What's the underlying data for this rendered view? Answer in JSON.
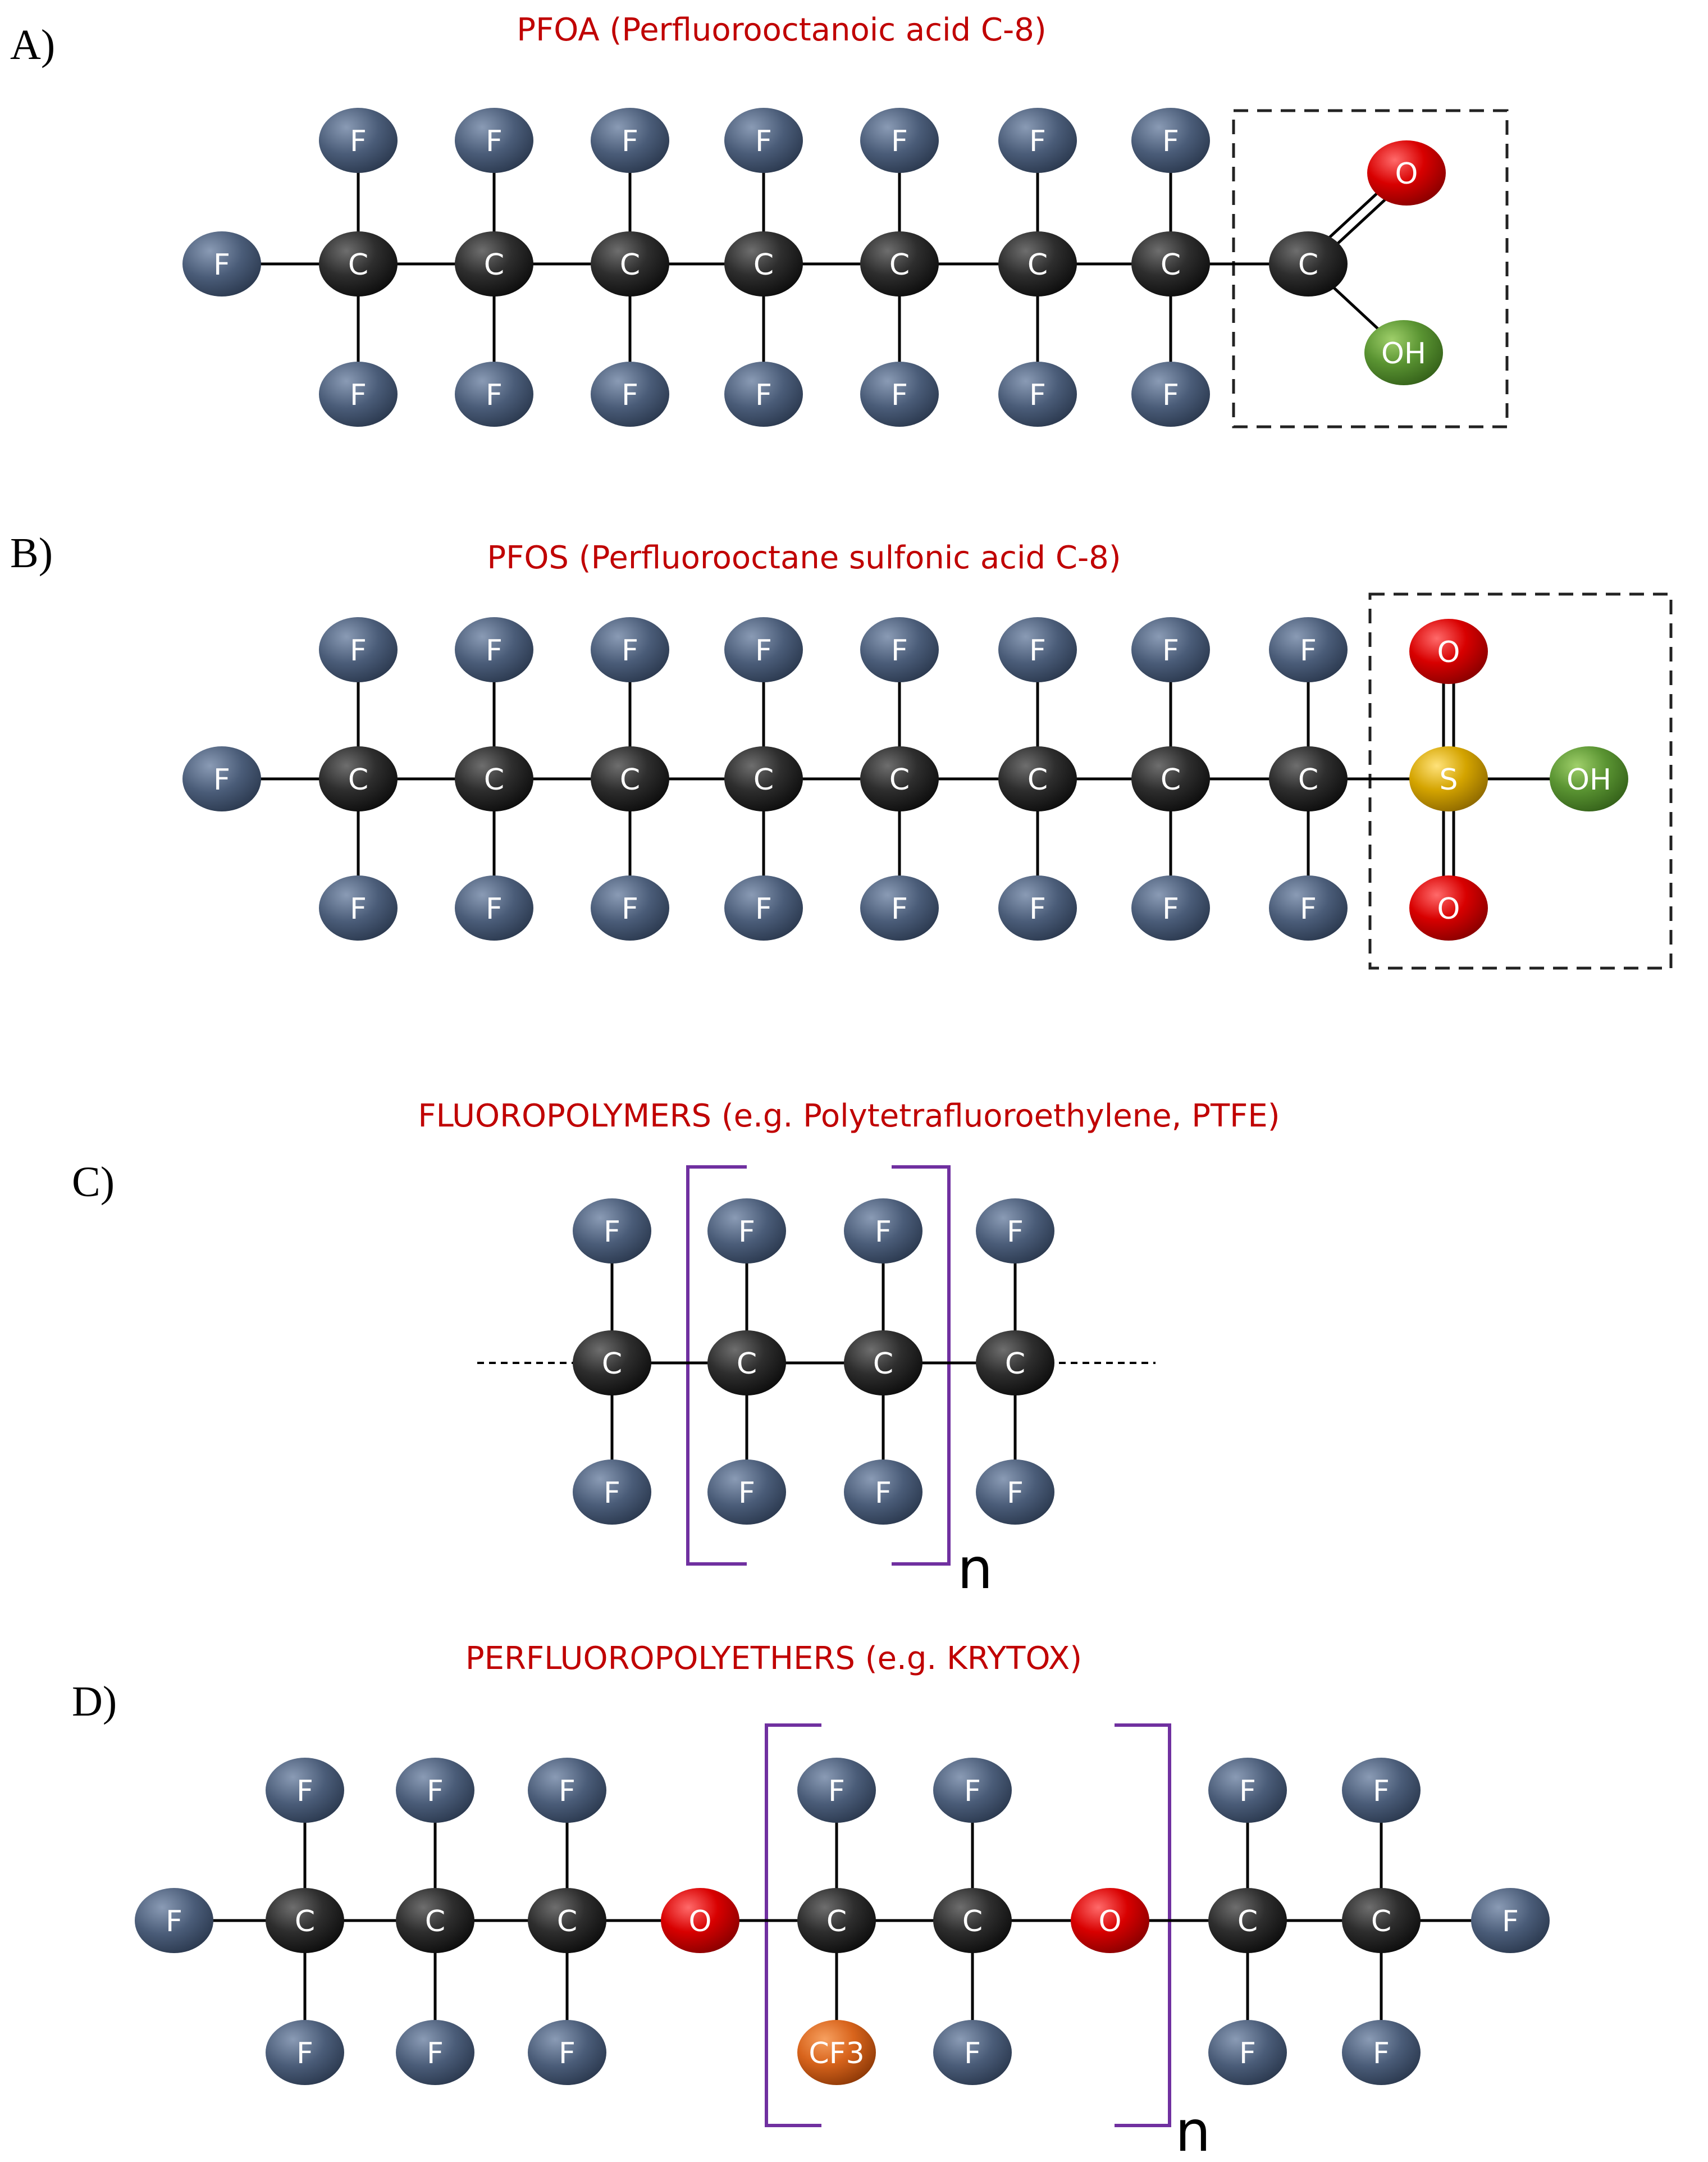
{
  "panels": [
    {
      "label": "A)",
      "title": "PFOA (Perfluorooctanoic acid C-8)"
    },
    {
      "label": "B)",
      "title": "PFOS (Perfluorooctane sulfonic acid C-8)"
    },
    {
      "label": "C)",
      "title": "FLUOROPOLYMERS (e.g. Polytetrafluoroethylene, PTFE)",
      "repeat_label": "n"
    },
    {
      "label": "D)",
      "title": "PERFLUOROPOLYETHERS (e.g. KRYTOX)",
      "repeat_label": "n"
    }
  ],
  "atom_labels": {
    "fluorine": "F",
    "carbon": "C",
    "oxygen": "O",
    "hydroxyl": "OH",
    "sulfur": "S",
    "trifluoromethyl": "CF3"
  },
  "atom_colors": {
    "fluorine": "#44546a",
    "carbon": "#262626",
    "oxygen": "#d00000",
    "hydroxyl": "#4f8a2a",
    "sulfur": "#c79a00",
    "trifluoromethyl": "#d2601a"
  }
}
